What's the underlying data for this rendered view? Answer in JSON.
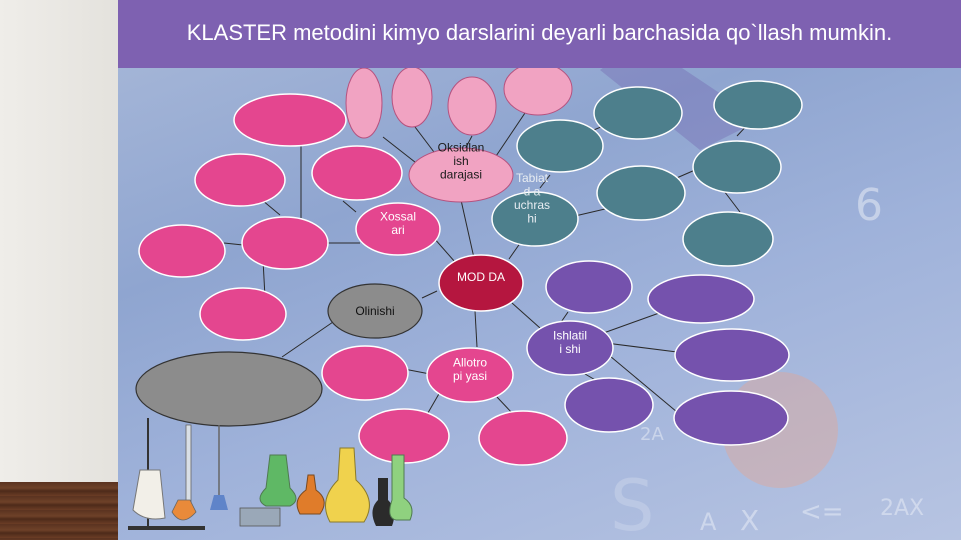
{
  "title": "KLASTER metodini  kimyo darslarini deyarli barchasida qo`llash mumkin.",
  "colors": {
    "banner": "#7e61b1",
    "pink": "#e4468f",
    "light_pink": "#f1a3c2",
    "dark_red": "#b5163f",
    "teal": "#4d7f8c",
    "purple": "#7552ad",
    "gray": "#8c8c8c"
  },
  "nodes": {
    "center": "MOD DA",
    "oksidlanish": "Oksidlan ish darajasi",
    "xossalari": "Xossal ari",
    "tabiatda": "Tabiatd a uchras hi",
    "olinishi": "Olinishi",
    "allotropiyasi": "Allotro pi  yasi",
    "ishlatilishi": "Ishlatili shi"
  },
  "background_marks": [
    "6",
    "<=",
    "2AX",
    "S",
    "A",
    "X",
    "2A"
  ],
  "decor": [
    "chemistry-glassware-icon"
  ]
}
